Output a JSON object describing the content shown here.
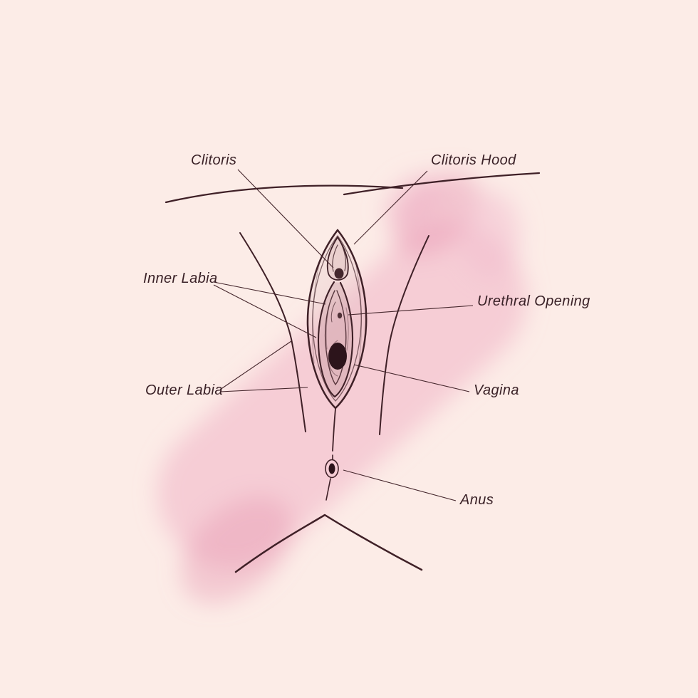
{
  "diagram": {
    "labels": {
      "clitoris": "Clitoris",
      "clitoris_hood": "Clitoris Hood",
      "inner_labia": "Inner Labia",
      "urethral_opening": "Urethral Opening",
      "outer_labia": "Outer Labia",
      "vagina": "Vagina",
      "anus": "Anus"
    },
    "colors": {
      "background": "#fcece7",
      "watercolor_wash": "#efaec3",
      "line_art": "#3f2027",
      "label_text": "#3a2127"
    }
  }
}
